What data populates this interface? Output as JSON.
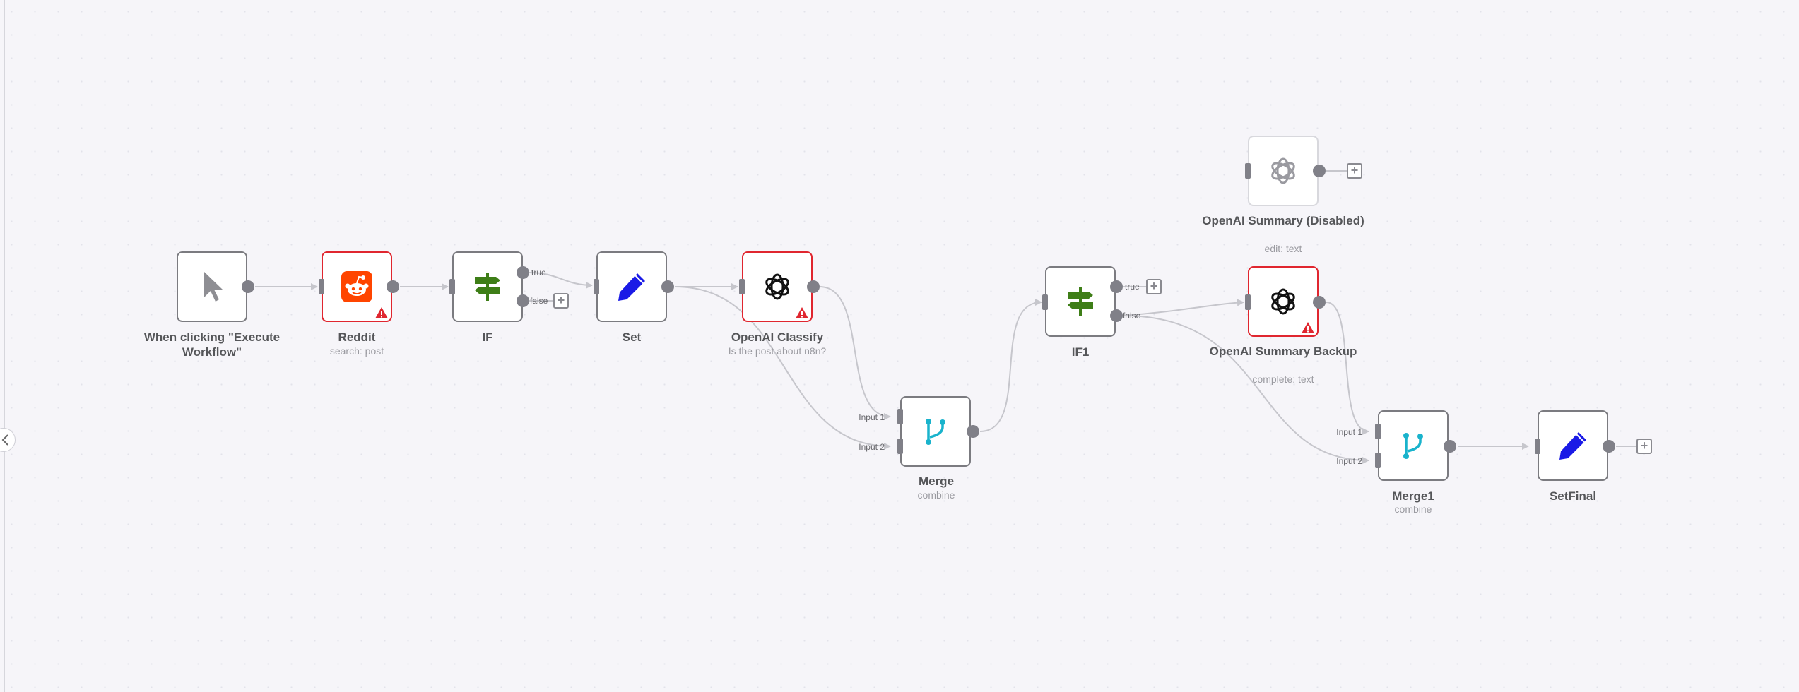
{
  "nodes": {
    "trigger": {
      "label": "When clicking \"Execute Workflow\"",
      "icon": "cursor-icon"
    },
    "reddit": {
      "label": "Reddit",
      "subtitle": "search: post",
      "icon": "reddit-icon",
      "status": "error"
    },
    "if": {
      "label": "IF",
      "icon": "signpost-icon",
      "branches": [
        "true",
        "false"
      ]
    },
    "set": {
      "label": "Set",
      "icon": "pencil-icon"
    },
    "openai_classify": {
      "label": "OpenAI Classify",
      "subtitle": "Is the post about n8n?",
      "icon": "openai-icon",
      "status": "error"
    },
    "merge": {
      "label": "Merge",
      "subtitle": "combine",
      "icon": "merge-icon",
      "inputs": [
        "Input 1",
        "Input 2"
      ]
    },
    "if1": {
      "label": "IF1",
      "icon": "signpost-icon",
      "branches": [
        "true",
        "false"
      ]
    },
    "openai_summary_disabled": {
      "label": "OpenAI Summary (Disabled)",
      "subtitle": "edit: text",
      "icon": "openai-icon",
      "status": "disabled"
    },
    "openai_summary_backup": {
      "label": "OpenAI Summary Backup",
      "subtitle": "complete: text",
      "icon": "openai-icon",
      "status": "error"
    },
    "merge1": {
      "label": "Merge1",
      "subtitle": "combine",
      "icon": "merge-icon",
      "inputs": [
        "Input 1",
        "Input 2"
      ]
    },
    "setfinal": {
      "label": "SetFinal",
      "icon": "pencil-icon"
    }
  },
  "colors": {
    "canvas": "#f6f5f9",
    "node_border": "#7b7b80",
    "error": "#e0262f",
    "reddit": "#ff4500",
    "if_green": "#3e7e17",
    "set_blue": "#1a1ae6",
    "merge_cyan": "#19b3cc",
    "edge": "#c6c6cc"
  }
}
